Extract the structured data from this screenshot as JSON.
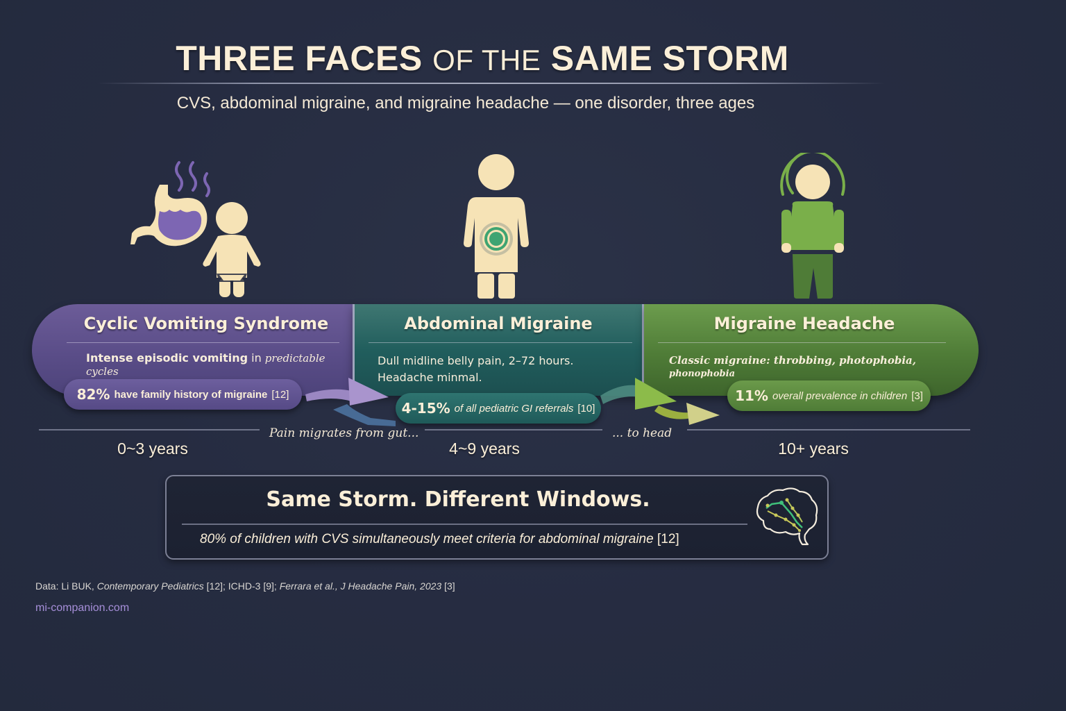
{
  "header": {
    "title_part1": "THREE FACES",
    "title_part2": "OF THE",
    "title_part3": "SAME STORM",
    "subtitle": "CVS, abdominal migraine, and migraine headache — one disorder, three ages"
  },
  "stages": [
    {
      "name": "Cyclic Vomiting Syndrome",
      "desc_bold": "Intense episodic vomiting",
      "desc_normal": " in ",
      "desc_italic": "predictable cycles",
      "stat_value": "82%",
      "stat_text": "have family history of migraine",
      "stat_ref": "[12]",
      "age": "0~3 years",
      "color": "#5a4d88",
      "icon": "stomach-and-toddler-icon"
    },
    {
      "name": "Abdominal Migraine",
      "desc_line1": "Dull midline belly pain, 2–72 hours.",
      "desc_line2": "Headache minmal.",
      "stat_value": "4-15%",
      "stat_text": "of all pediatric GI referrals",
      "stat_ref": "[10]",
      "age": "4~9 years",
      "color": "#215e5d",
      "icon": "child-belly-pain-icon"
    },
    {
      "name": "Migraine Headache",
      "desc_main": "Classic migraine: throbbing, photophobia,",
      "desc_small": "phonophobia",
      "stat_value": "11%",
      "stat_text": "overall prevalence in children",
      "stat_ref": "[3]",
      "age": "10+ years",
      "color": "#4f7c37",
      "icon": "teen-headache-icon"
    }
  ],
  "transitions": {
    "first": "Pain migrates from gut...",
    "second": "... to head"
  },
  "summary": {
    "title": "Same Storm. Different Windows.",
    "subtitle": "80% of children with CVS simultaneously meet criteria for abdominal migraine",
    "ref": "[12]",
    "icon": "brain-icon"
  },
  "footer": {
    "source_prefix": "Data: Li BUK, ",
    "source_journal1": "Contemporary Pediatrics",
    "source_mid": " [12]; ICHD-3 [9]; ",
    "source_journal2": "Ferrara et al., J Headache Pain, 2023",
    "source_suffix": " [3]",
    "url": "mi-companion.com"
  },
  "colors": {
    "background": "#262c41",
    "cream": "#fbefd8",
    "purple": "#5a4d88",
    "teal": "#215e5d",
    "green": "#4f7c37",
    "link": "#a68fd9"
  }
}
